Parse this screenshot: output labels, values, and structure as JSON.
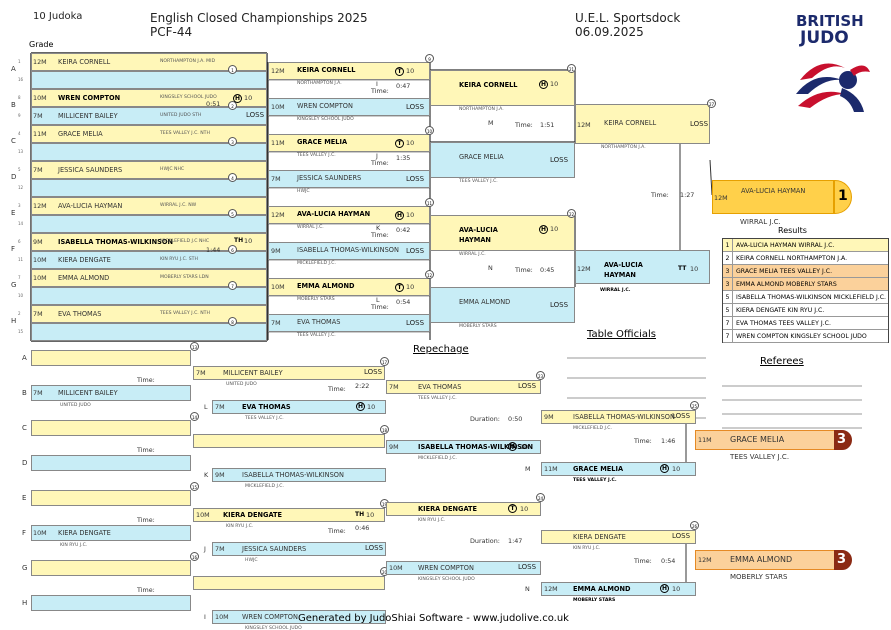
{
  "header": {
    "judoka_count": "10 Judoka",
    "title": "English Closed Championships 2025",
    "category": "PCF-44",
    "venue": "U.E.L. Sportsdock",
    "date": "06.09.2025",
    "logo_line1": "BRITISH",
    "logo_line2": "JUDO",
    "grade_label": "Grade"
  },
  "colors": {
    "yellow": "#fff7b8",
    "cyan": "#c8edf6",
    "orange": "#fbd19b",
    "gold": "#ffd04a",
    "bronze": "#8b2a14",
    "logo_navy": "#1c2a6c",
    "logo_red": "#c8102e"
  },
  "pool_letters": [
    "A",
    "B",
    "C",
    "D",
    "E",
    "F",
    "G",
    "H"
  ],
  "pool_rows": [
    {
      "num": "1",
      "grade": "12M",
      "name": "KEIRA CORNELL",
      "club": "NORTHAMPTON J.A. MID"
    },
    {
      "num": "16",
      "grade": "",
      "name": "",
      "club": ""
    },
    {
      "num": "8",
      "grade": "10M",
      "name": "WREN COMPTON",
      "club": "KINGSLEY SCHOOL JUDO"
    },
    {
      "num": "9",
      "grade": "7M",
      "name": "MILLICENT BAILEY",
      "club": "UNITED JUDO STH"
    },
    {
      "num": "4",
      "grade": "11M",
      "name": "GRACE MELIA",
      "club": "TEES VALLEY J.C. NTH"
    },
    {
      "num": "13",
      "grade": "",
      "name": "",
      "club": ""
    },
    {
      "num": "5",
      "grade": "7M",
      "name": "JESSICA SAUNDERS",
      "club": "HWJC NHC"
    },
    {
      "num": "12",
      "grade": "",
      "name": "",
      "club": ""
    },
    {
      "num": "3",
      "grade": "12M",
      "name": "AVA-LUCIA HAYMAN",
      "club": "WIRRAL J.C. NW"
    },
    {
      "num": "14",
      "grade": "",
      "name": "",
      "club": ""
    },
    {
      "num": "6",
      "grade": "9M",
      "name": "ISABELLA THOMAS-WILKINSON",
      "club": "MICKLEFIELD J.C NHC"
    },
    {
      "num": "11",
      "grade": "10M",
      "name": "KIERA DENGATE",
      "club": "KIN RYU J.C. STH"
    },
    {
      "num": "7",
      "grade": "10M",
      "name": "EMMA ALMOND",
      "club": "MOBERLY STARS LDN"
    },
    {
      "num": "10",
      "grade": "",
      "name": "",
      "club": ""
    },
    {
      "num": "2",
      "grade": "7M",
      "name": "EVA THOMAS",
      "club": "TEES VALLEY J.C. NTH"
    },
    {
      "num": "15",
      "grade": "",
      "name": "",
      "club": ""
    }
  ],
  "round1": [
    {
      "grade": "",
      "name": "",
      "club": "",
      "score": "",
      "match": "1"
    },
    {
      "grade": "",
      "name": "",
      "club": "",
      "score": "10",
      "ipp": "H",
      "time": "0:51",
      "match": ""
    },
    {
      "grade": "",
      "name": "",
      "club": "",
      "score": "LOSS"
    }
  ],
  "r1_matches": [
    {
      "num": "1"
    },
    {
      "num": "2"
    },
    {
      "num": "3"
    },
    {
      "num": "4"
    },
    {
      "num": "5"
    },
    {
      "num": "6"
    },
    {
      "num": "7"
    },
    {
      "num": "8"
    }
  ],
  "r1_results": [
    {
      "score": "10",
      "ipp": "H",
      "time": "0:51",
      "letter": ""
    },
    {
      "score": "LOSS"
    },
    {
      "score": "10",
      "ipp": "TH",
      "time": "1:44",
      "letter": ""
    }
  ],
  "round2": [
    {
      "grade": "12M",
      "name": "KEIRA CORNELL",
      "club": "NORTHAMPTON J.A.",
      "score": "10",
      "ipp": "T",
      "time": "0:47",
      "letter": "I",
      "match": "9"
    },
    {
      "grade": "10M",
      "name": "WREN COMPTON",
      "club": "KINGSLEY SCHOOL JUDO",
      "score": "LOSS"
    },
    {
      "grade": "11M",
      "name": "GRACE MELIA",
      "club": "TEES VALLEY J.C.",
      "score": "10",
      "ipp": "T",
      "time": "1:35",
      "letter": "J",
      "match": "10"
    },
    {
      "grade": "7M",
      "name": "JESSICA SAUNDERS",
      "club": "HWJC",
      "score": "LOSS"
    },
    {
      "grade": "12M",
      "name": "AVA-LUCIA HAYMAN",
      "club": "WIRRAL J.C.",
      "score": "10",
      "ipp": "H",
      "time": "0:42",
      "letter": "K",
      "match": "11"
    },
    {
      "grade": "9M",
      "name": "ISABELLA THOMAS-WILKINSON",
      "club": "MICKLEFIELD J.C.",
      "score": "LOSS"
    },
    {
      "grade": "10M",
      "name": "EMMA ALMOND",
      "club": "MOBERLY STARS",
      "score": "10",
      "ipp": "T",
      "time": "0:54",
      "letter": "L",
      "match": "12"
    },
    {
      "grade": "7M",
      "name": "EVA THOMAS",
      "club": "TEES VALLEY J.C.",
      "score": "LOSS"
    }
  ],
  "round3": [
    {
      "name": "KEIRA CORNELL",
      "club": "NORTHAMPTON J.A.",
      "score": "10",
      "ipp": "H",
      "time": "1:51",
      "letter": "M",
      "match": "21"
    },
    {
      "name": "GRACE MELIA",
      "club": "TEES VALLEY J.C.",
      "score": "LOSS"
    },
    {
      "name": "AVA-LUCIA HAYMAN",
      "club": "WIRRAL J.C.",
      "score": "10",
      "ipp": "H",
      "time": "0:45",
      "letter": "N",
      "match": "22"
    },
    {
      "name": "EMMA ALMOND",
      "club": "MOBERLY STARS",
      "score": "LOSS"
    }
  ],
  "final": [
    {
      "grade": "12M",
      "name": "KEIRA CORNELL",
      "club": "NORTHAMPTON J.A.",
      "score": "LOSS"
    },
    {
      "grade": "12M",
      "name": "AVA-LUCIA HAYMAN",
      "club": "WIRRAL J.C.",
      "score": "10",
      "ipp": "TT",
      "match": "27"
    }
  ],
  "final_time": "1:27",
  "winner": {
    "grade": "12M",
    "name": "AVA-LUCIA HAYMAN",
    "club": "WIRRAL J.C.",
    "rank": "1"
  },
  "results": {
    "title": "Results",
    "rows": [
      {
        "rank": "1",
        "text": "AVA-LUCIA HAYMAN WIRRAL J.C."
      },
      {
        "rank": "2",
        "text": "KEIRA CORNELL NORTHAMPTON J.A."
      },
      {
        "rank": "3",
        "text": "GRACE MELIA TEES VALLEY J.C."
      },
      {
        "rank": "3",
        "text": "EMMA ALMOND MOBERLY STARS"
      },
      {
        "rank": "5",
        "text": "ISABELLA THOMAS-WILKINSON MICKLEFIELD J.C."
      },
      {
        "rank": "5",
        "text": "KIERA DENGATE KIN RYU J.C."
      },
      {
        "rank": "7",
        "text": "EVA THOMAS TEES VALLEY J.C."
      },
      {
        "rank": "7",
        "text": "WREN COMPTON KINGSLEY SCHOOL JUDO"
      }
    ]
  },
  "labels": {
    "repechage": "Repechage",
    "table_officials": "Table Officials",
    "referees": "Referees",
    "time": "Time:",
    "duration": "Duration:",
    "loss": "LOSS"
  },
  "repechage": {
    "r1": [
      {
        "grade": "",
        "name": "",
        "club": ""
      },
      {
        "grade": "7M",
        "name": "MILLICENT BAILEY",
        "club": "UNITED JUDO"
      },
      {
        "grade": "",
        "name": "",
        "club": ""
      },
      {
        "grade": "",
        "name": "",
        "club": ""
      },
      {
        "grade": "",
        "name": "",
        "club": ""
      },
      {
        "grade": "10M",
        "name": "KIERA DENGATE",
        "club": "KIN RYU J.C."
      },
      {
        "grade": "",
        "name": "",
        "club": ""
      },
      {
        "grade": "",
        "name": "",
        "club": ""
      }
    ],
    "r1_match_nums": [
      "13",
      "14",
      "15",
      "16"
    ],
    "r2": [
      {
        "grade": "7M",
        "name": "MILLICENT BAILEY",
        "club": "UNITED JUDO",
        "score": "LOSS",
        "time": "2:22",
        "match": "17"
      },
      {
        "grade": "7M",
        "name": "EVA THOMAS",
        "club": "TEES VALLEY J.C.",
        "score": "10",
        "ipp": "H",
        "letter": "L"
      },
      {
        "grade": "",
        "name": "",
        "club": "",
        "score": "",
        "match": "18"
      },
      {
        "grade": "9M",
        "name": "ISABELLA THOMAS-WILKINSON",
        "club": "MICKLEFIELD J.C.",
        "score": "",
        "letter": "K"
      },
      {
        "grade": "10M",
        "name": "KIERA DENGATE",
        "club": "KIN RYU J.C.",
        "score": "10",
        "ipp": "TH",
        "time": "0:46",
        "match": "19"
      },
      {
        "grade": "7M",
        "name": "JESSICA SAUNDERS",
        "club": "HWJC",
        "score": "LOSS",
        "letter": "J"
      },
      {
        "grade": "",
        "name": "",
        "club": "",
        "score": "",
        "match": "20"
      },
      {
        "grade": "10M",
        "name": "WREN COMPTON",
        "club": "KINGSLEY SCHOOL JUDO",
        "score": "",
        "letter": "I"
      }
    ],
    "r3": [
      {
        "grade": "7M",
        "name": "EVA THOMAS",
        "club": "TEES VALLEY J.C.",
        "score": "LOSS",
        "match": "23",
        "duration": "0:50"
      },
      {
        "grade": "9M",
        "name": "ISABELLA THOMAS-WILKINSON",
        "club": "MICKLEFIELD J.C.",
        "score": "10",
        "ipp": "H"
      },
      {
        "grade": "",
        "name": "KIERA DENGATE",
        "club": "KIN RYU J.C.",
        "score": "10",
        "ipp": "T",
        "match": "24",
        "duration": "1:47"
      },
      {
        "grade": "10M",
        "name": "WREN COMPTON",
        "club": "KINGSLEY SCHOOL JUDO",
        "score": "LOSS"
      }
    ],
    "bronze_fights": [
      {
        "top": {
          "grade": "9M",
          "name": "ISABELLA THOMAS-WILKINSON",
          "club": "MICKLEFIELD J.C.",
          "score": "LOSS",
          "match": "25"
        },
        "bottom": {
          "grade": "11M",
          "name": "GRACE MELIA",
          "club": "TEES VALLEY J.C.",
          "score": "10",
          "ipp": "H",
          "letter": "M"
        },
        "time": "1:46",
        "winner": {
          "grade": "11M",
          "name": "GRACE MELIA",
          "club": "TEES VALLEY J.C.",
          "rank": "3"
        }
      },
      {
        "top": {
          "grade": "",
          "name": "KIERA DENGATE",
          "club": "KIN RYU J.C.",
          "score": "LOSS",
          "match": "26"
        },
        "bottom": {
          "grade": "12M",
          "name": "EMMA ALMOND",
          "club": "MOBERLY STARS",
          "score": "10",
          "ipp": "H",
          "letter": "N"
        },
        "time": "0:54",
        "winner": {
          "grade": "12M",
          "name": "EMMA ALMOND",
          "club": "MOBERLY STARS",
          "rank": "3"
        }
      }
    ]
  },
  "footer": "Generated by JudoShiai Software - www.judolive.co.uk"
}
